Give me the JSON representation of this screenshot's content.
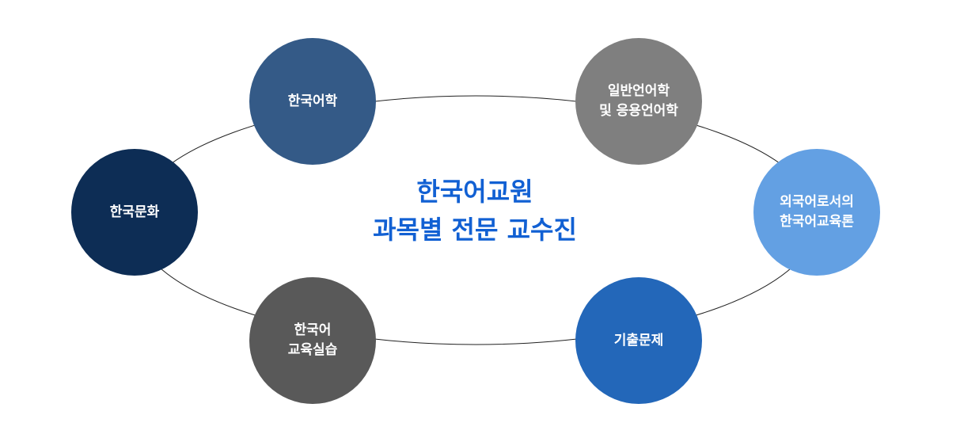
{
  "title": {
    "line1": "한국어교원",
    "line2": "과목별 전문 교수진"
  },
  "subjects": [
    {
      "label": "한국어학",
      "color": "#345a87"
    },
    {
      "label": "일반언어학\n및 응용언어학",
      "color": "#7f7f7f"
    },
    {
      "label": "외국어로서의\n한국어교육론",
      "color": "#63a0e3"
    },
    {
      "label": "기출문제",
      "color": "#2367b9"
    },
    {
      "label": "한국어\n교육실습",
      "color": "#595959"
    },
    {
      "label": "한국문화",
      "color": "#0d2d55"
    }
  ]
}
